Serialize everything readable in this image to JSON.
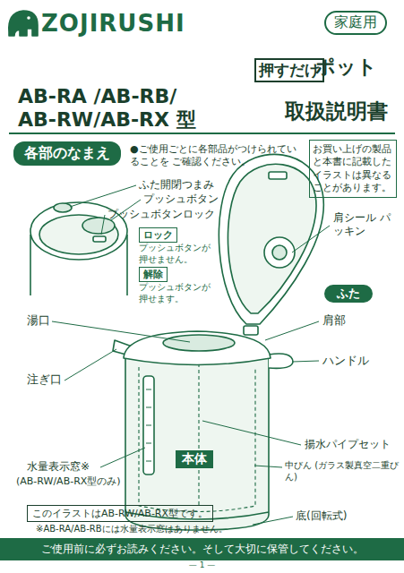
{
  "diagram": {
    "title": "取扱説明書",
    "nodes": [
      {
        "text": [
          "家庭用"
        ]
      },
      {
        "text": [
          "押すだけ"
        ]
      },
      {
        "text": [
          "各部のなまえ"
        ]
      },
      {
        "text": [
          "お買い上げの製品 と本書に記載した イラストは異なる ことがあります。"
        ]
      },
      {
        "text": [
          "ロック"
        ]
      },
      {
        "text": [
          "解除"
        ]
      },
      {
        "text": [
          "ふた"
        ]
      },
      {
        "text": [
          "本体"
        ]
      },
      {
        "text": [
          "このイラストはAB-RW/AB-RX型です。"
        ]
      },
      {
        "text": [
          "ご使用前に必ずお読みください。そして大切に保管してください。"
        ]
      }
    ],
    "labels": [
      "ZOJIRUSHI",
      "ポット",
      "AB-RA /AB-RB/",
      "AB-RW/AB-RX 型",
      "●ご使用ごとに各部品がつけられていることを ご確認ください。",
      "ふた開閉つまみ",
      "プッシュボタン",
      "プッシュボタンロック",
      "プッシュボタンが 押せません。",
      "プッシュボタンが 押せます。",
      "肩シール パッキン",
      "湯口",
      "肩部",
      "ハンドル",
      "注ぎ口",
      "揚水パイプセット",
      "水量表示窓※",
      "(AB-RW/AB-RX型のみ)",
      "中びん (ガラス製真空二重びん)",
      "底(回転式)",
      "※AB-RA/AB-RBには水量表示窓はありません。",
      "— 1 —"
    ]
  }
}
